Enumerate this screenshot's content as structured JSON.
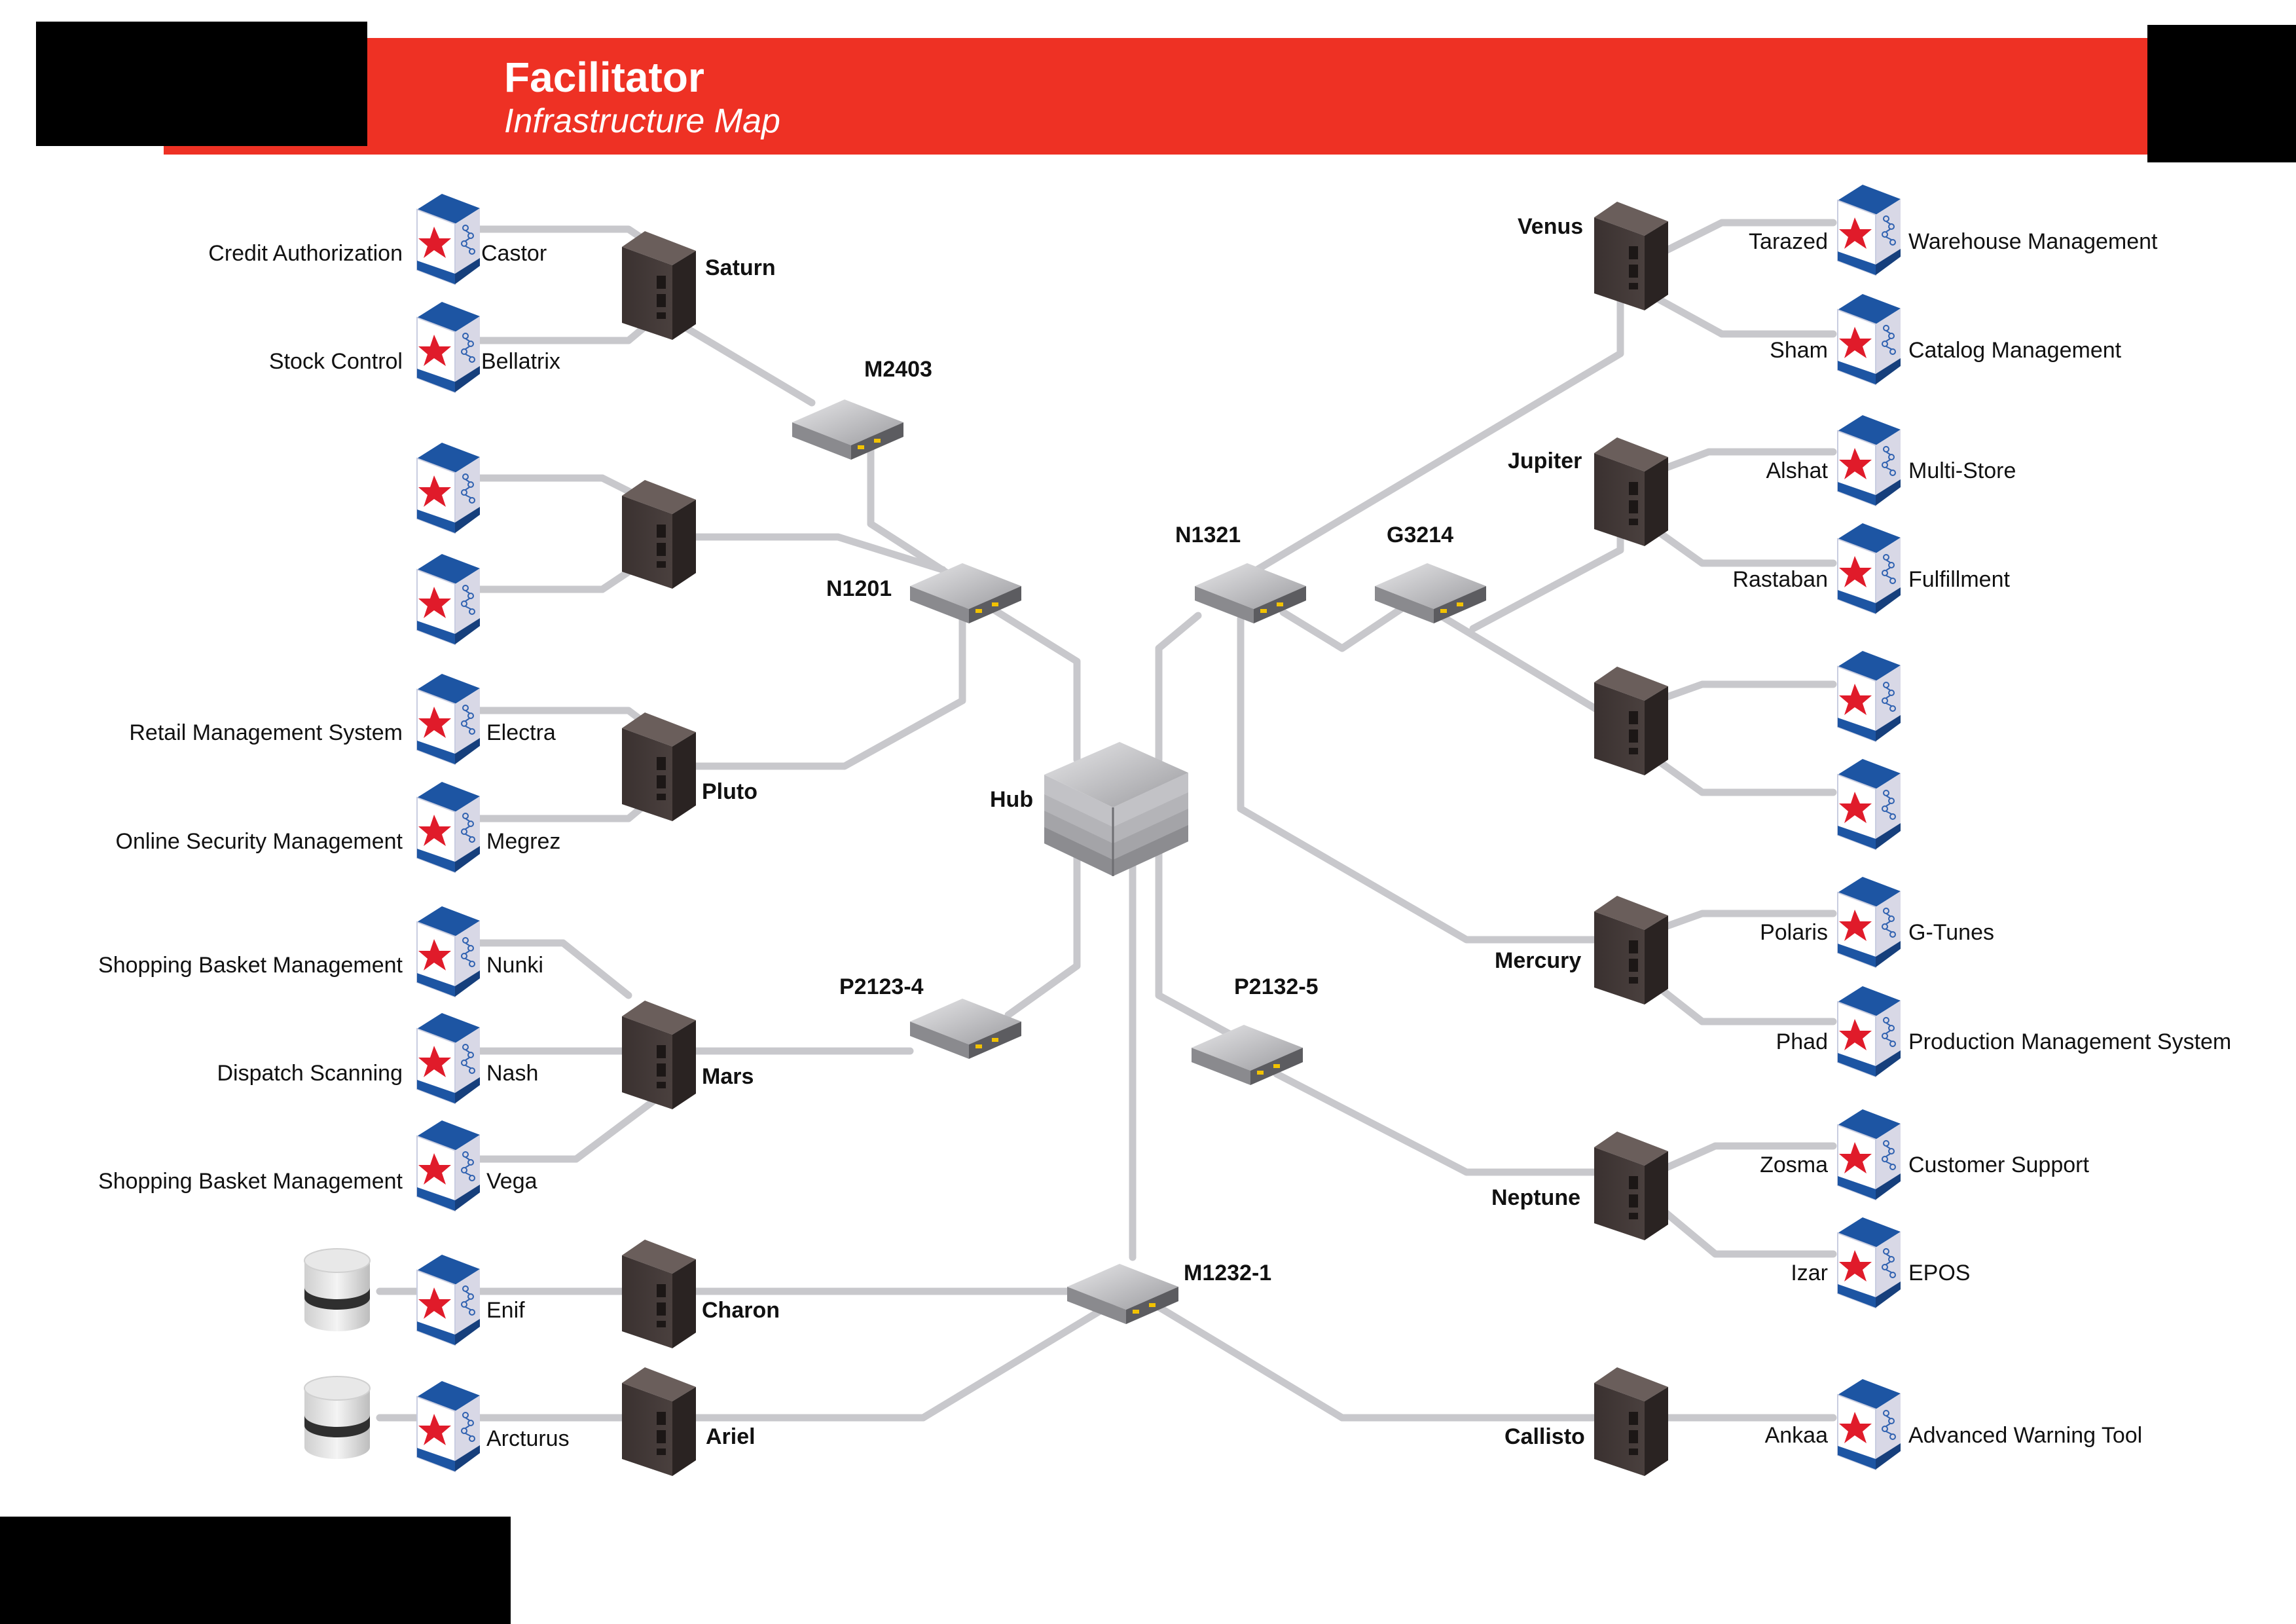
{
  "header": {
    "title": "Facilitator",
    "subtitle": "Infrastructure Map",
    "accent_color": "#ee3124"
  },
  "hub": {
    "label": "Hub"
  },
  "switches": [
    {
      "id": "m2403",
      "label": "M2403"
    },
    {
      "id": "n1201",
      "label": "N1201"
    },
    {
      "id": "n1321",
      "label": "N1321"
    },
    {
      "id": "g3214",
      "label": "G3214"
    },
    {
      "id": "p2123",
      "label": "P2123-4"
    },
    {
      "id": "p2132",
      "label": "P2132-5"
    },
    {
      "id": "m1232",
      "label": "M1232-1"
    }
  ],
  "servers": [
    {
      "id": "saturn",
      "label": "Saturn"
    },
    {
      "id": "unnamed-left",
      "label": ""
    },
    {
      "id": "pluto",
      "label": "Pluto"
    },
    {
      "id": "mars",
      "label": "Mars"
    },
    {
      "id": "charon",
      "label": "Charon"
    },
    {
      "id": "ariel",
      "label": "Ariel"
    },
    {
      "id": "venus",
      "label": "Venus"
    },
    {
      "id": "jupiter",
      "label": "Jupiter"
    },
    {
      "id": "unnamed-right",
      "label": ""
    },
    {
      "id": "mercury",
      "label": "Mercury"
    },
    {
      "id": "neptune",
      "label": "Neptune"
    },
    {
      "id": "callisto",
      "label": "Callisto"
    }
  ],
  "apps_left": [
    {
      "node": "Castor",
      "app": "Credit Authorization"
    },
    {
      "node": "Bellatrix",
      "app": "Stock Control"
    },
    {
      "node": "",
      "app": ""
    },
    {
      "node": "",
      "app": ""
    },
    {
      "node": "Electra",
      "app": "Retail Management System"
    },
    {
      "node": "Megrez",
      "app": "Online Security Management"
    },
    {
      "node": "Nunki",
      "app": "Shopping Basket Management"
    },
    {
      "node": "Nash",
      "app": "Dispatch Scanning"
    },
    {
      "node": "Vega",
      "app": "Shopping Basket Management"
    },
    {
      "node": "Enif",
      "app": ""
    },
    {
      "node": "Arcturus",
      "app": ""
    }
  ],
  "apps_right": [
    {
      "node": "Tarazed",
      "app": "Warehouse Management"
    },
    {
      "node": "Sham",
      "app": "Catalog Management"
    },
    {
      "node": "Alshat",
      "app": "Multi-Store"
    },
    {
      "node": "Rastaban",
      "app": "Fulfillment"
    },
    {
      "node": "",
      "app": ""
    },
    {
      "node": "",
      "app": ""
    },
    {
      "node": "Polaris",
      "app": "G-Tunes"
    },
    {
      "node": "Phad",
      "app": "Production Management System"
    },
    {
      "node": "Zosma",
      "app": "Customer Support"
    },
    {
      "node": "Izar",
      "app": "EPOS"
    },
    {
      "node": "Ankaa",
      "app": "Advanced Warning Tool"
    }
  ],
  "icons": {
    "server": "tower-server-icon",
    "switch": "network-switch-icon",
    "hub": "hub-stack-icon",
    "app": "application-box-icon",
    "database": "database-icon"
  }
}
